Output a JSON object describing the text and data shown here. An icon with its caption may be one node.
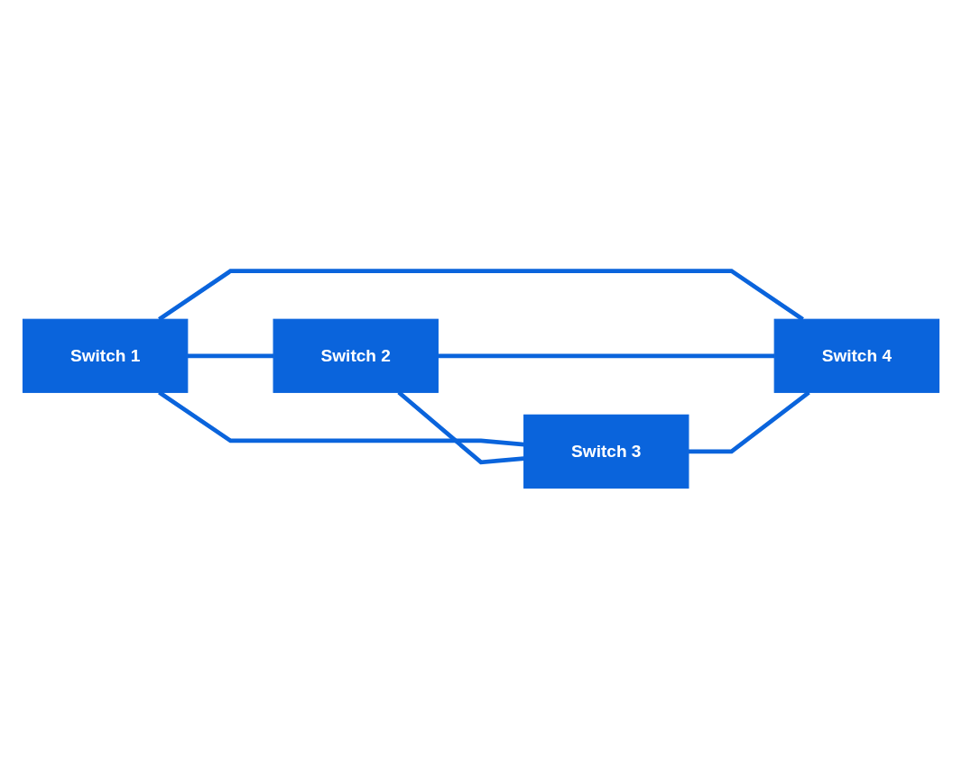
{
  "diagram": {
    "nodes": [
      {
        "text": [
          "Switch 1"
        ]
      },
      {
        "text": [
          "Switch 2"
        ]
      },
      {
        "text": [
          "Switch 3"
        ]
      },
      {
        "text": [
          "Switch 4"
        ]
      }
    ],
    "edges": [
      {
        "from": 0,
        "to": 1,
        "arrow": "none"
      },
      {
        "from": 0,
        "to": 2,
        "arrow": "none"
      },
      {
        "from": 0,
        "to": 3,
        "arrow": "none"
      },
      {
        "from": 1,
        "to": 2,
        "arrow": "none"
      },
      {
        "from": 1,
        "to": 3,
        "arrow": "none"
      },
      {
        "from": 2,
        "to": 3,
        "arrow": "none"
      }
    ]
  }
}
